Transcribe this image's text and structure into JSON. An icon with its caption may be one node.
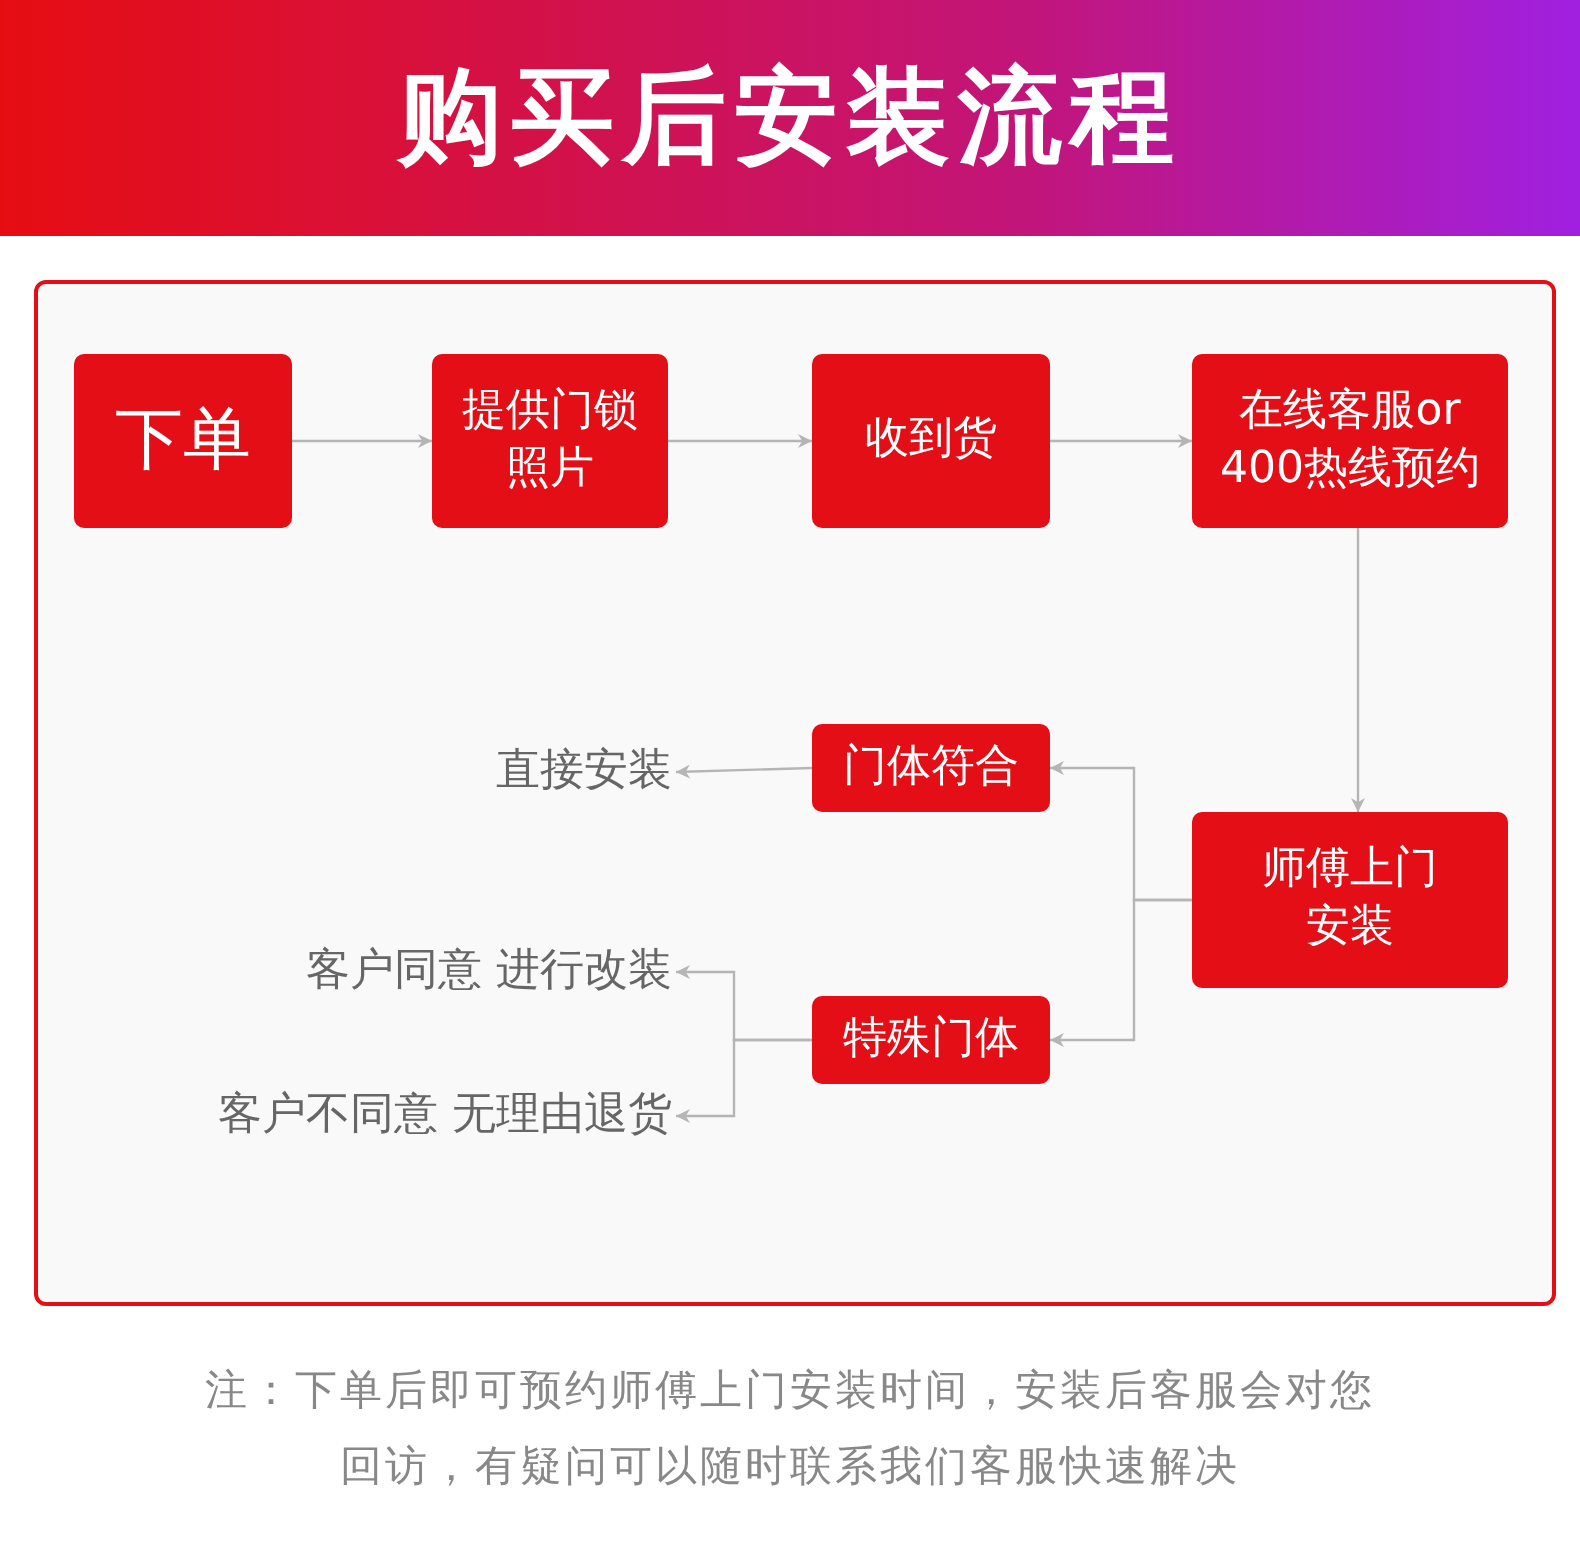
{
  "diagram": {
    "title": "购买后安装流程",
    "nodes": [
      {
        "text": [
          "下单"
        ]
      },
      {
        "text": [
          "提供门锁照片"
        ]
      },
      {
        "text": [
          "收到货"
        ]
      },
      {
        "text": [
          "在线客服or 400热线预约"
        ]
      },
      {
        "text": [
          "师傅上门安装"
        ]
      },
      {
        "text": [
          "门体符合"
        ]
      },
      {
        "text": [
          "特殊门体"
        ]
      },
      {
        "text": [
          "直接安装"
        ]
      },
      {
        "text": [
          "客户同意 进行改装"
        ]
      },
      {
        "text": [
          "客户不同意 无理由退货"
        ]
      }
    ],
    "edges": [
      {
        "from": 0,
        "to": 1,
        "arrow": "to"
      },
      {
        "from": 1,
        "to": 2,
        "arrow": "to"
      },
      {
        "from": 2,
        "to": 3,
        "arrow": "to"
      },
      {
        "from": 3,
        "to": 4,
        "arrow": "to"
      },
      {
        "from": 4,
        "to": 5,
        "arrow": "to"
      },
      {
        "from": 4,
        "to": 6,
        "arrow": "to"
      },
      {
        "from": 5,
        "to": 7,
        "arrow": "to"
      },
      {
        "from": 6,
        "to": 8,
        "arrow": "to"
      },
      {
        "from": 6,
        "to": 9,
        "arrow": "to"
      }
    ],
    "caption": "注：下单后即可预约师傅上门安装时间，安装后客服会对您回访，有疑问可以随时联系我们客服快速解决"
  }
}
